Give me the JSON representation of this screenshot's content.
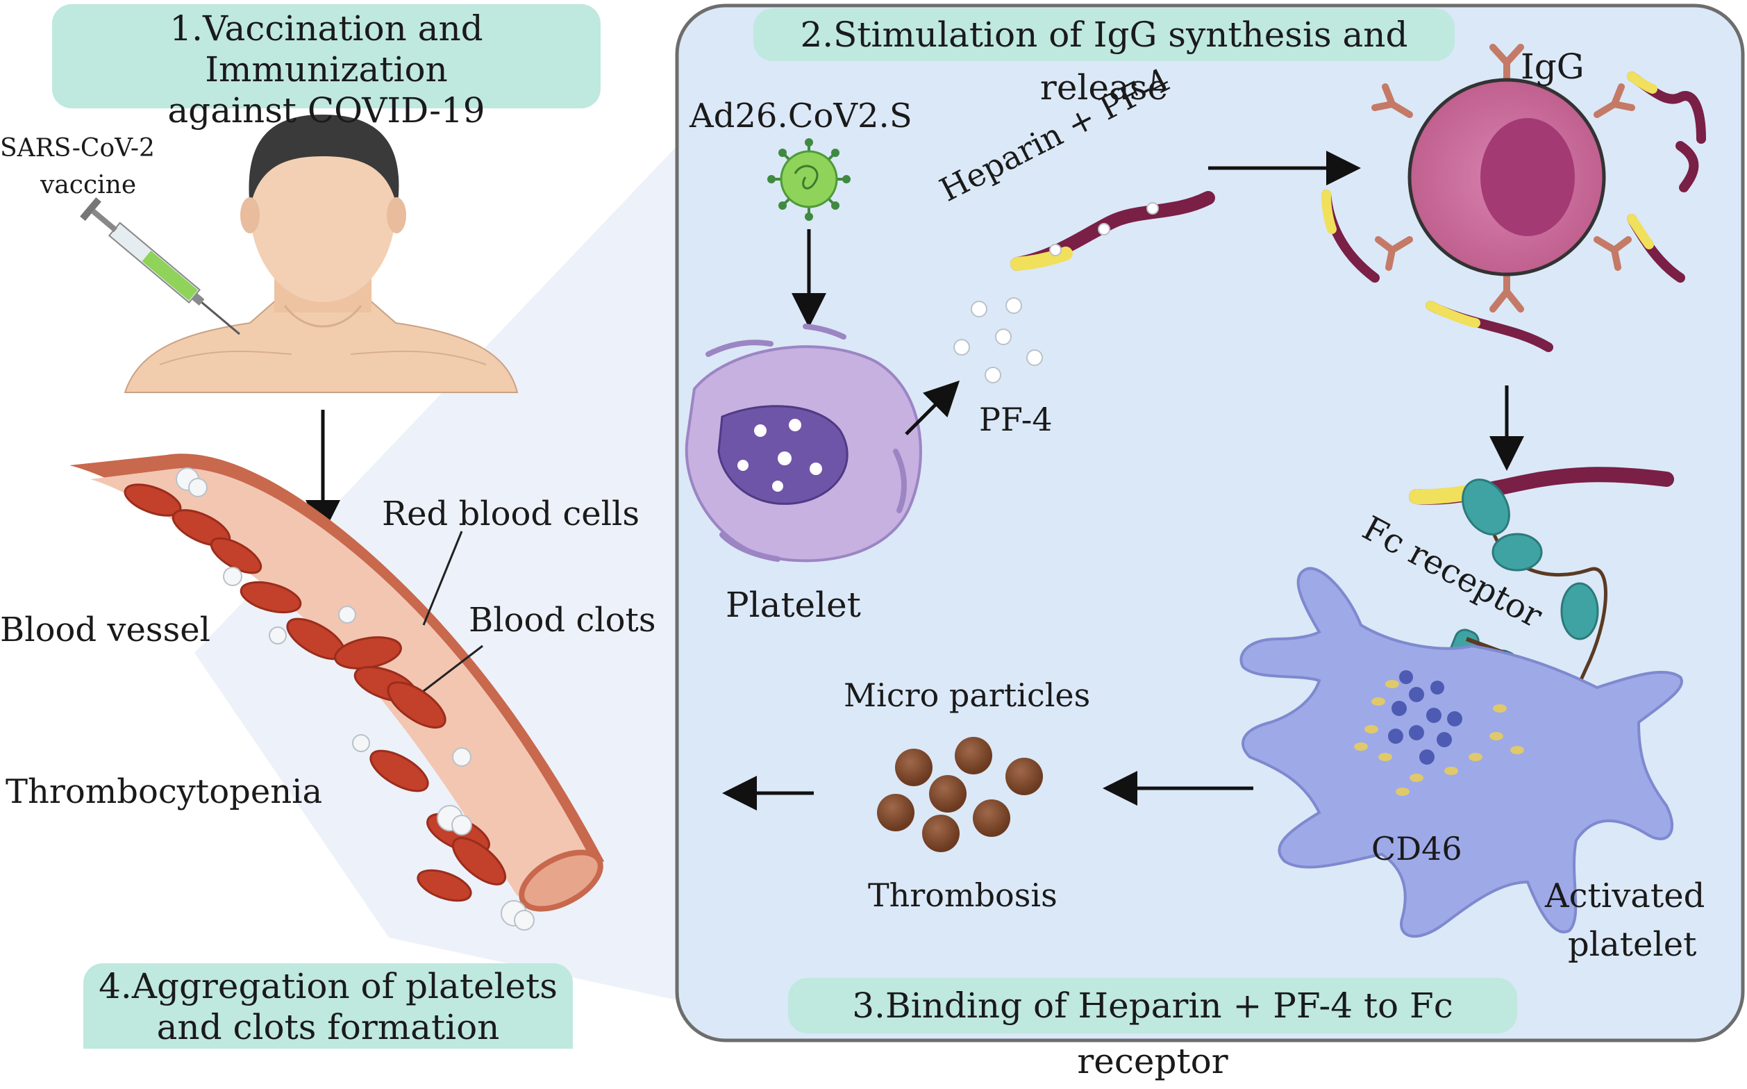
{
  "steps": {
    "step1_line1": "1.Vaccination and Immunization",
    "step1_line2": "against COVID-19",
    "step2": "2.Stimulation of IgG synthesis and release",
    "step3": "3.Binding of Heparin + PF-4 to Fc receptor",
    "step4_line1": "4.Aggregation of platelets",
    "step4_line2": "and clots formation"
  },
  "labels": {
    "vaccine_line1": "SARS-CoV-2",
    "vaccine_line2": "vaccine",
    "ad26": "Ad26.CoV2.S",
    "heparin_pf4": "Heparin + PF-4",
    "igg": "IgG",
    "pf4": "PF-4",
    "platelet": "Platelet",
    "fc_receptor": "Fc receptor",
    "micro_particles": "Micro particles",
    "thrombosis": "Thrombosis",
    "cd46": "CD46",
    "activated_line1": "Activated",
    "activated_line2": "platelet",
    "red_blood_cells": "Red blood cells",
    "blood_clots": "Blood clots",
    "blood_vessel": "Blood vessel",
    "thrombocytopenia": "Thrombocytopenia"
  },
  "colors": {
    "step_box": "#bfe8df",
    "panel_bg": "#dbe8f7",
    "panel_border": "#6d6d6d",
    "vessel_outer": "#c8684d",
    "vessel_inner": "#f3c6b2",
    "rbc": "#c3402a",
    "platelet": "#b8a1d3",
    "b_cell": "#c9699e",
    "activated_platelet": "#9ea9e8",
    "micro_particle": "#7d4a2d",
    "virus": "#8fd35a",
    "heparin": "#7a1f45",
    "pf4_segment": "#f0e05c",
    "receptor": "#3fa3a3"
  }
}
